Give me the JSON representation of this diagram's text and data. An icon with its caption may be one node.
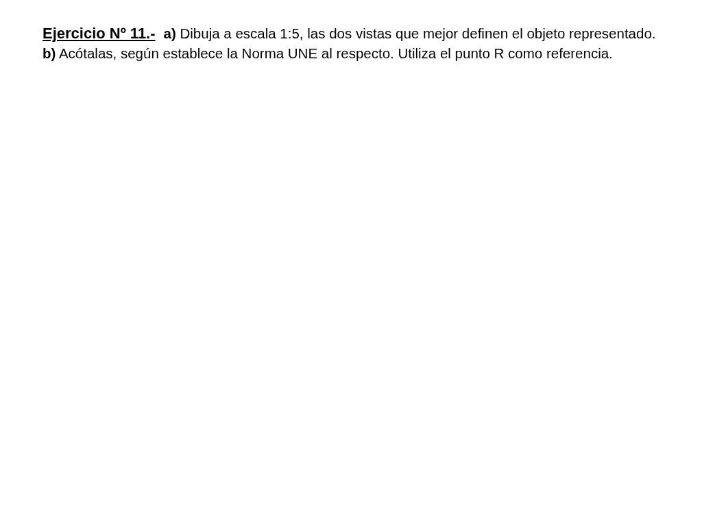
{
  "diagram": {
    "title": "Ejercicio Nº 11.-",
    "labels": [
      "**a)** Dibuja a escala 1:5, las dos vistas que mejor definen el objeto representado.",
      "**b)** Acótalas, según establece la Norma UNE al respecto. Utiliza el punto R como referencia."
    ]
  }
}
